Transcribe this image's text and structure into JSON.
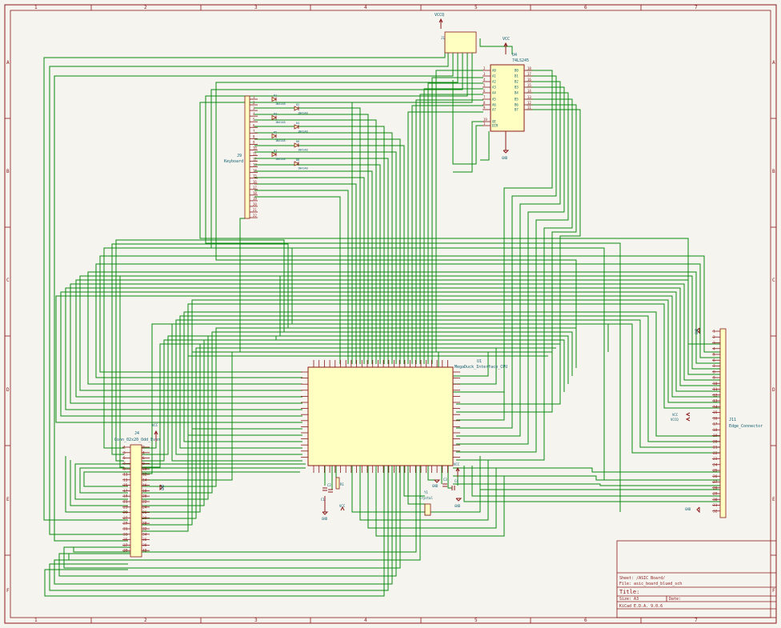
{
  "frame": {
    "top_labels": [
      "1",
      "2",
      "3",
      "4",
      "5",
      "6",
      "7"
    ],
    "bottom_labels": [
      "1",
      "2",
      "3",
      "4",
      "5",
      "6",
      "7"
    ],
    "side_labels": [
      "A",
      "B",
      "C",
      "D",
      "E",
      "F"
    ]
  },
  "power": {
    "vcc": "VCC",
    "vccq": "VCCQ",
    "gnd": "GND"
  },
  "components": {
    "u4_ref": "U4",
    "u4_value": "74LS245",
    "u4_in_pins": [
      "A0",
      "A1",
      "A2",
      "A3",
      "A4",
      "A5",
      "A6",
      "A7"
    ],
    "u4_out_pins": [
      "B0",
      "B1",
      "B2",
      "B3",
      "B4",
      "B5",
      "B6",
      "B7"
    ],
    "u4_ctrl_pins": [
      "OE",
      "DIR"
    ],
    "u4_pin_nums_left": [
      "2",
      "3",
      "4",
      "5",
      "6",
      "7",
      "8",
      "9"
    ],
    "u4_pin_nums_right": [
      "18",
      "17",
      "16",
      "15",
      "14",
      "13",
      "12",
      "11"
    ],
    "u4_ctrl_nums": [
      "19",
      "1"
    ],
    "j9_ref": "J9",
    "j9_value": "Keyboard",
    "j9_pins": [
      "1",
      "2",
      "3",
      "4",
      "5",
      "6",
      "7",
      "8",
      "9",
      "10",
      "11",
      "12",
      "13",
      "14",
      "15",
      "16",
      "17",
      "18",
      "19",
      "20",
      "21",
      "22"
    ],
    "diode_value": "1N4148",
    "diode_refs": [
      "D1",
      "D2",
      "D3",
      "D4",
      "D5",
      "D6",
      "D7",
      "D8"
    ],
    "u1_ref": "U1",
    "u1_value": "MegaDuck_Interface_CPU",
    "j4_ref": "J4",
    "j4_value": "Conn_02x20_Odd_Even",
    "j4_left_pins": [
      "1",
      "3",
      "5",
      "7",
      "9",
      "11",
      "13",
      "15",
      "17",
      "19",
      "21",
      "23",
      "25",
      "27",
      "29",
      "31",
      "33",
      "35",
      "37",
      "39"
    ],
    "j4_right_pins": [
      "2",
      "4",
      "6",
      "8",
      "10",
      "12",
      "14",
      "16",
      "18",
      "20",
      "22",
      "24",
      "26",
      "28",
      "30",
      "32",
      "34",
      "36",
      "38",
      "40"
    ],
    "j11_ref": "J11",
    "j11_value": "Edge_Connector",
    "j11_pins": [
      "1",
      "2",
      "3",
      "4",
      "5",
      "6",
      "7",
      "8",
      "9",
      "10",
      "11",
      "12",
      "13",
      "14",
      "15",
      "16",
      "17",
      "18",
      "19",
      "20",
      "21",
      "22",
      "23",
      "24",
      "25",
      "26",
      "27",
      "28",
      "29",
      "30",
      "31",
      "32"
    ],
    "y1_ref": "Y1",
    "y1_value": "Crystal",
    "c1_ref": "C1",
    "c2_ref": "C2",
    "c3_ref": "C3",
    "c4_ref": "C4",
    "r1_ref": "R1",
    "jp_ref": "J1"
  },
  "title_block": {
    "sheet": "Sheet: /ASIC Board/",
    "file": "File: asic_board_blued_sch",
    "title": "Title:",
    "size": "Size: A3",
    "date": "Date:",
    "kicad": "KiCad E.D.A. 9.0.6"
  },
  "colors": {
    "background": "#f5f4ef",
    "border": "#8b1a1a",
    "wire": "#0b8a12",
    "component_fill": "#ffffc2",
    "component_outline": "#8b1a1a",
    "label_text": "#0f5d6e",
    "pin_text": "#8b1a1a"
  }
}
